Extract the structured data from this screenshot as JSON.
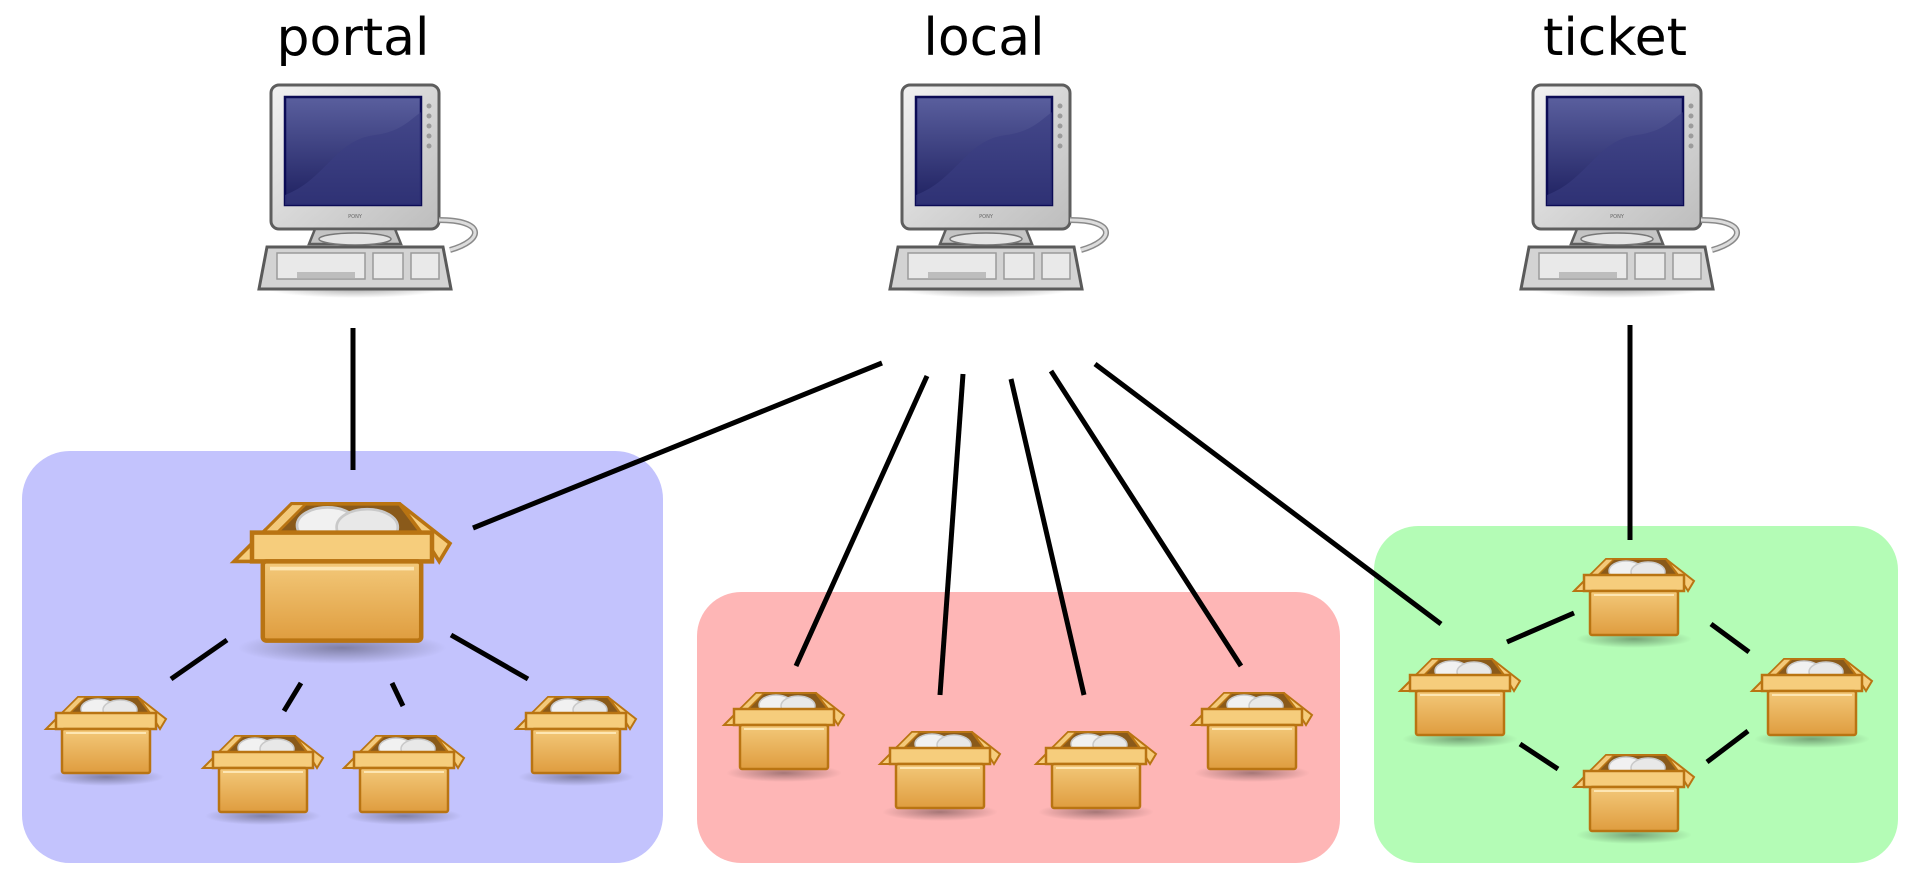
{
  "diagram": {
    "computers": [
      {
        "id": "portal",
        "label": "portal",
        "monitor_brand": "PONY"
      },
      {
        "id": "local",
        "label": "local",
        "monitor_brand": "PONY"
      },
      {
        "id": "ticket",
        "label": "ticket",
        "monitor_brand": "PONY"
      }
    ],
    "groups": [
      {
        "id": "portal-group",
        "color": "#c3c3fd",
        "packages": 5,
        "links": "tree from one large package"
      },
      {
        "id": "local-group",
        "color": "#feb6b6",
        "packages": 4,
        "links": "each package linked to local computer"
      },
      {
        "id": "ticket-group",
        "color": "#b4fcb6",
        "packages": 4,
        "links": "ring"
      }
    ],
    "colors": {
      "line": "#000000",
      "box_fill": "#e9ad52",
      "box_flap": "#f6cd7c",
      "box_outline": "#b97412",
      "screen": "#2b2d6f",
      "monitor_body": "#d8d8d8"
    }
  }
}
